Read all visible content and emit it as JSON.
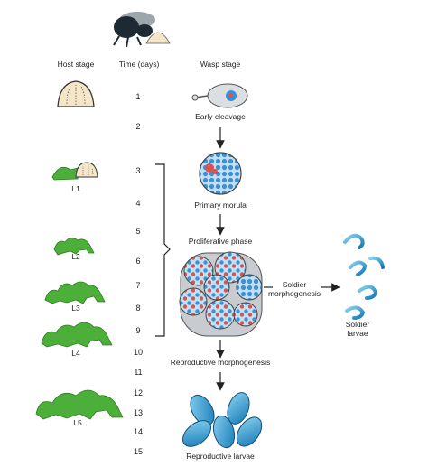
{
  "headers": {
    "host": "Host stage",
    "time": "Time (days)",
    "wasp": "Wasp stage"
  },
  "days": [
    "1",
    "2",
    "3",
    "4",
    "5",
    "6",
    "7",
    "8",
    "9",
    "10",
    "11",
    "12",
    "13",
    "14",
    "15"
  ],
  "host_stages": [
    "L1",
    "L2",
    "L3",
    "L4",
    "L5"
  ],
  "wasp_stages": {
    "early_cleavage": "Early cleavage",
    "primary_morula": "Primary morula",
    "proliferative_phase": "Proliferative phase",
    "soldier_morphogenesis_line1": "Soldier",
    "soldier_morphogenesis_line2": "morphogenesis",
    "soldier_larvae_line1": "Soldier",
    "soldier_larvae_line2": "larvae",
    "reproductive_morphogenesis": "Reproductive morphogenesis",
    "reproductive_larvae": "Reproductive larvae"
  },
  "colors": {
    "caterpillar": "#4caf3a",
    "caterpillar_dark": "#2e7d1f",
    "egg": "#f5e6c8",
    "morula_blue": "#3f8fd2",
    "morula_red": "#d9534f",
    "larva_blue": "#2aa6d6",
    "text": "#222222"
  }
}
